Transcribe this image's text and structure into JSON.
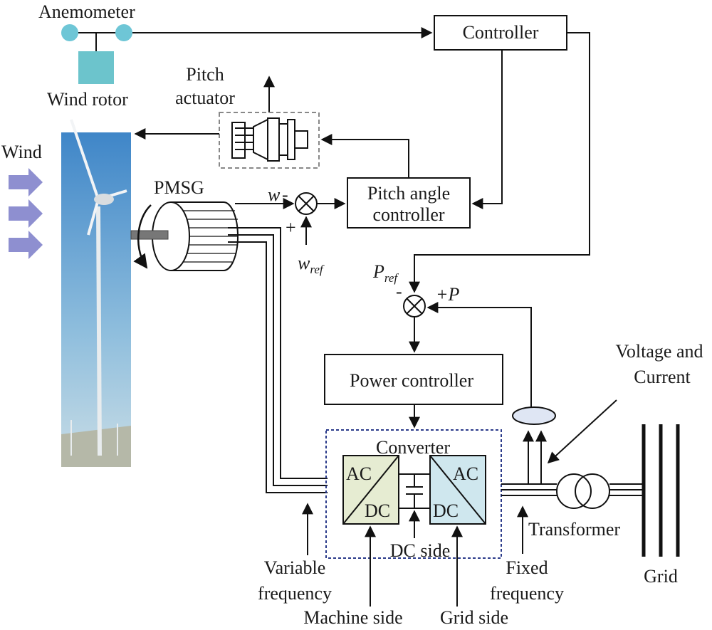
{
  "labels": {
    "anemometer": "Anemometer",
    "wind_rotor": "Wind rotor",
    "pitch_actuator_line1": "Pitch",
    "pitch_actuator_line2": "actuator",
    "wind": "Wind",
    "pmsg": "PMSG",
    "controller": "Controller",
    "pitch_angle_controller_line1": "Pitch angle",
    "pitch_angle_controller_line2": "controller",
    "w": "w",
    "w_minus": "-",
    "w_plus": "+",
    "wref_main": "w",
    "wref_sub": "ref",
    "pref_main": "P",
    "pref_sub": "ref",
    "p_minus": "-",
    "p_plus": "+P",
    "power_controller": "Power controller",
    "converter": "Converter",
    "ac_left": "AC",
    "dc_left": "DC",
    "ac_right": "AC",
    "dc_right": "DC",
    "voltage_current_line1": "Voltage and",
    "voltage_current_line2": "Current",
    "transformer": "Transformer",
    "grid": "Grid",
    "dc_side": "DC side",
    "variable_frequency_line1": "Variable",
    "variable_frequency_line2": "frequency",
    "fixed_frequency_line1": "Fixed",
    "fixed_frequency_line2": "frequency",
    "machine_side": "Machine side",
    "grid_side": "Grid side"
  },
  "colors": {
    "anemometer_cup": "#6ec6d6",
    "wind_rotor_block": "#6cc4cc",
    "wind_arrow": "#8e8fd0",
    "sky_top": "#3f86c8",
    "sky_bottom": "#c9dde6",
    "converter_border": "#2a3a8a",
    "ac_dc_left_fill": "#e6ecd2",
    "ac_dc_right_fill": "#cfe7ee",
    "sensor_fill": "#dfe6f4"
  }
}
